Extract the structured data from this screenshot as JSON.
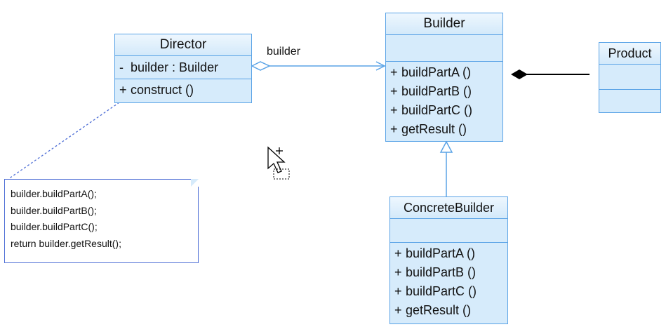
{
  "director": {
    "name": "Director",
    "attributes": [
      {
        "vis": "-",
        "text": "builder : Builder"
      }
    ],
    "operations": [
      {
        "vis": "+",
        "text": "construct ()"
      }
    ]
  },
  "builder": {
    "name": "Builder",
    "operations": [
      {
        "vis": "+",
        "text": "buildPartA ()"
      },
      {
        "vis": "+",
        "text": "buildPartB ()"
      },
      {
        "vis": "+",
        "text": "buildPartC ()"
      },
      {
        "vis": "+",
        "text": "getResult ()"
      }
    ]
  },
  "concrete_builder": {
    "name": "ConcreteBuilder",
    "operations": [
      {
        "vis": "+",
        "text": "buildPartA ()"
      },
      {
        "vis": "+",
        "text": "buildPartB ()"
      },
      {
        "vis": "+",
        "text": "buildPartC ()"
      },
      {
        "vis": "+",
        "text": "getResult ()"
      }
    ]
  },
  "product": {
    "name": "Product"
  },
  "association": {
    "label": "builder"
  },
  "note": {
    "lines": [
      "builder.buildPartA();",
      "builder.buildPartB();",
      "builder.buildPartC();",
      "return builder.getResult();"
    ]
  }
}
